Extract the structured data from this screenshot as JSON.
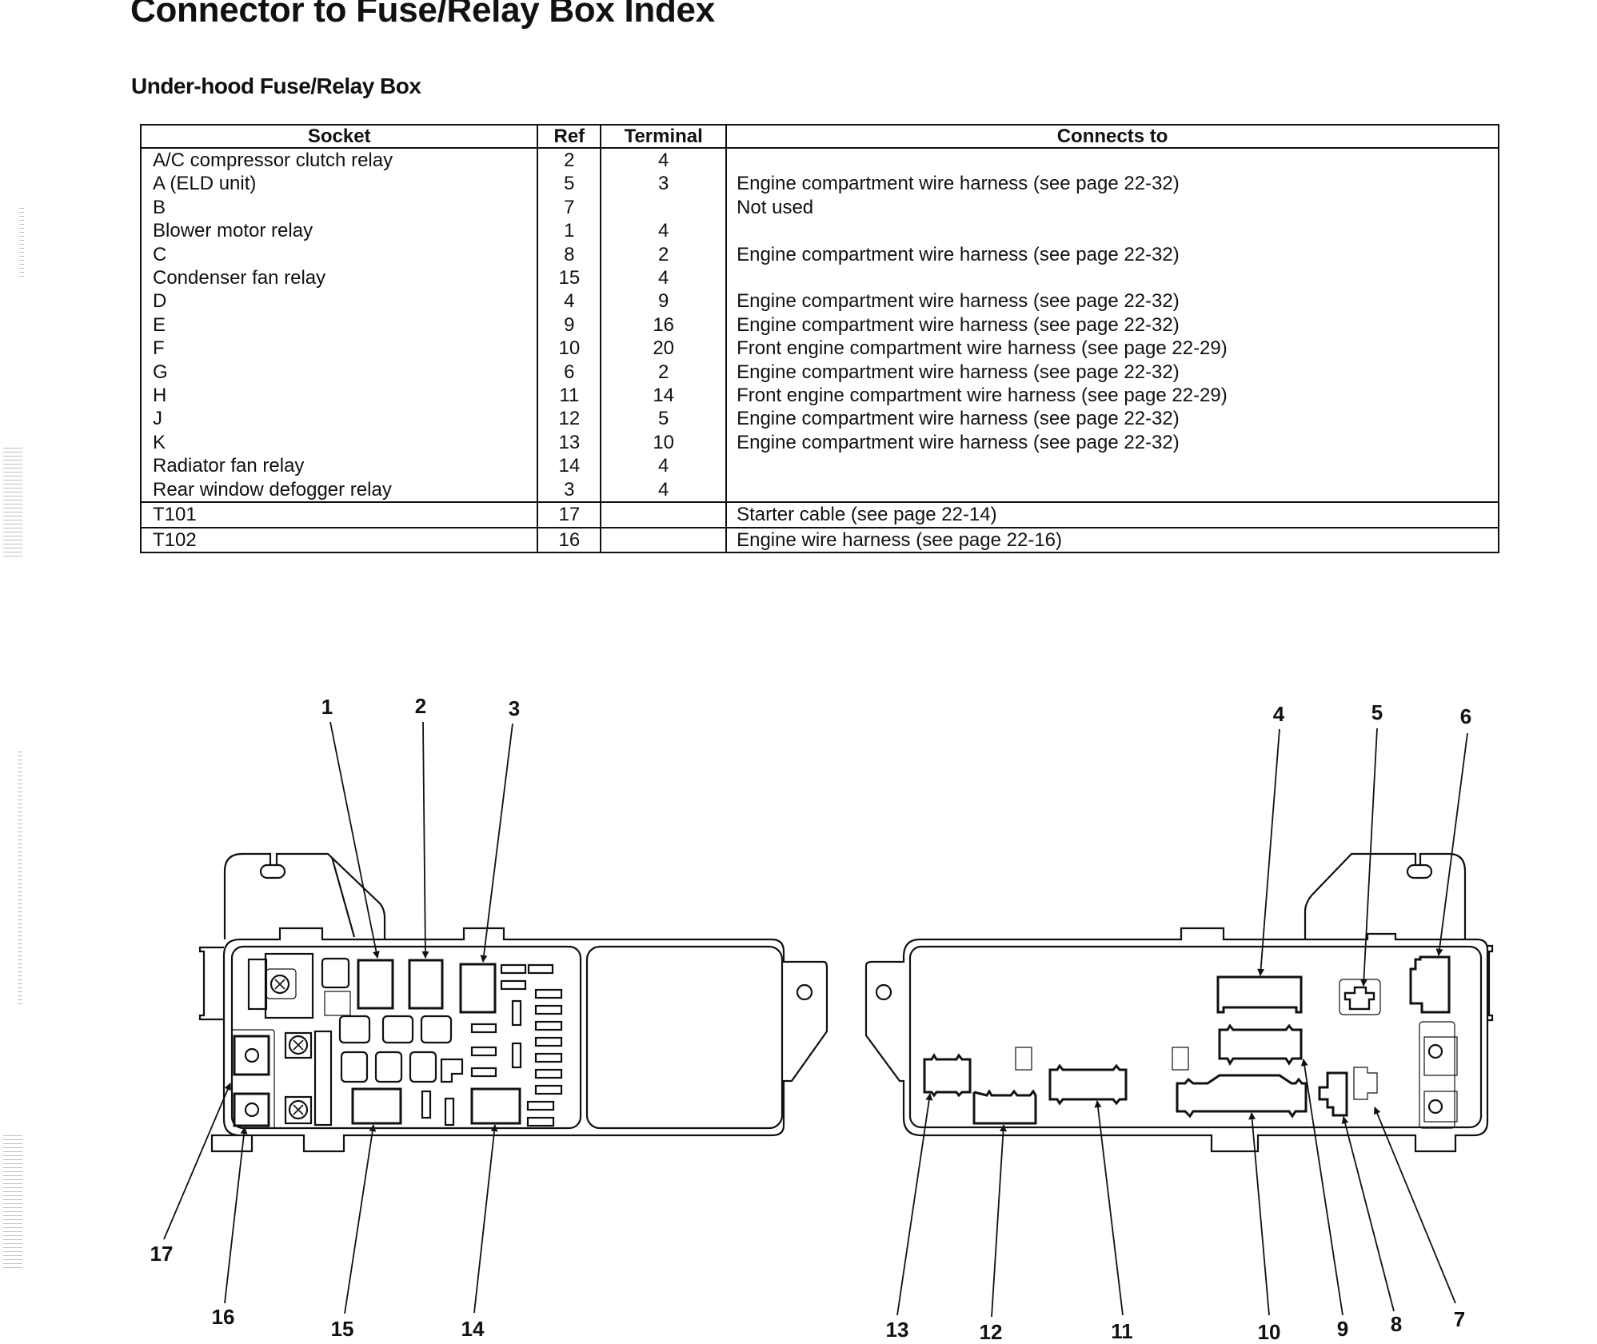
{
  "page": {
    "title": "Connector to Fuse/Relay Box Index",
    "section_title": "Under-hood Fuse/Relay Box"
  },
  "table": {
    "headers": {
      "socket": "Socket",
      "ref": "Ref",
      "terminal": "Terminal",
      "connects_to": "Connects to"
    },
    "rows": [
      {
        "socket": "A/C compressor clutch relay",
        "ref": "2",
        "terminal": "4",
        "connects_to": ""
      },
      {
        "socket": "A (ELD unit)",
        "ref": "5",
        "terminal": "3",
        "connects_to": "Engine compartment wire harness (see page 22-32)"
      },
      {
        "socket": "B",
        "ref": "7",
        "terminal": "",
        "connects_to": "Not used"
      },
      {
        "socket": "Blower motor relay",
        "ref": "1",
        "terminal": "4",
        "connects_to": ""
      },
      {
        "socket": "C",
        "ref": "8",
        "terminal": "2",
        "connects_to": "Engine compartment wire harness (see page 22-32)"
      },
      {
        "socket": "Condenser fan relay",
        "ref": "15",
        "terminal": "4",
        "connects_to": ""
      },
      {
        "socket": "D",
        "ref": "4",
        "terminal": "9",
        "connects_to": "Engine compartment wire harness (see page 22-32)"
      },
      {
        "socket": "E",
        "ref": "9",
        "terminal": "16",
        "connects_to": "Engine compartment wire harness (see page 22-32)"
      },
      {
        "socket": "F",
        "ref": "10",
        "terminal": "20",
        "connects_to": "Front engine compartment wire harness (see page 22-29)"
      },
      {
        "socket": "G",
        "ref": "6",
        "terminal": "2",
        "connects_to": "Engine compartment wire harness (see page 22-32)"
      },
      {
        "socket": "H",
        "ref": "11",
        "terminal": "14",
        "connects_to": "Front engine compartment wire harness (see page 22-29)"
      },
      {
        "socket": "J",
        "ref": "12",
        "terminal": "5",
        "connects_to": "Engine compartment wire harness (see page 22-32)"
      },
      {
        "socket": "K",
        "ref": "13",
        "terminal": "10",
        "connects_to": "Engine compartment wire harness (see page 22-32)"
      },
      {
        "socket": "Radiator fan relay",
        "ref": "14",
        "terminal": "4",
        "connects_to": ""
      },
      {
        "socket": "Rear window defogger relay",
        "ref": "3",
        "terminal": "4",
        "connects_to": ""
      }
    ],
    "terminal_rows": [
      {
        "socket": "T101",
        "ref": "17",
        "terminal": "",
        "connects_to": "Starter cable (see page 22-14)"
      },
      {
        "socket": "T102",
        "ref": "16",
        "terminal": "",
        "connects_to": "Engine wire harness (see page 22-16)"
      }
    ]
  },
  "diagram": {
    "callouts": [
      "1",
      "2",
      "3",
      "4",
      "5",
      "6",
      "7",
      "8",
      "9",
      "10",
      "11",
      "12",
      "13",
      "14",
      "15",
      "16",
      "17"
    ]
  }
}
